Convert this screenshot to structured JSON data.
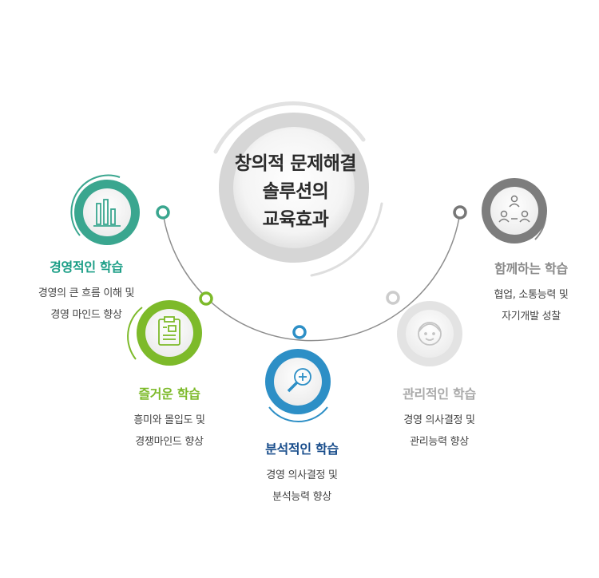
{
  "center": {
    "lines": [
      "창의적 문제해결",
      "솔루션의",
      "교육효과"
    ]
  },
  "items": [
    {
      "title": "경영적인 학습",
      "desc": [
        "경영의 큰 흐름 이해 및",
        "경영 마인드 향상"
      ],
      "color": "#3aa68f",
      "icon": "bar-chart-icon"
    },
    {
      "title": "즐거운 학습",
      "desc": [
        "흥미와 몰입도 및",
        "경쟁마인드 향상"
      ],
      "color": "#7dba2a",
      "icon": "clipboard-icon"
    },
    {
      "title": "분석적인 학습",
      "desc": [
        "경영 의사결정 및",
        "분석능력 향상"
      ],
      "color": "#1a6ea8",
      "icon": "magnifier-icon"
    },
    {
      "title": "관리적인 학습",
      "desc": [
        "경영 의사결정 및",
        "관리능력 향상"
      ],
      "color": "#aaaaaa",
      "icon": "person-icon"
    },
    {
      "title": "함께하는 학습",
      "desc": [
        "협업, 소통능력 및",
        "자기개발 성찰"
      ],
      "color": "#8a8a8a",
      "icon": "people-network-icon"
    }
  ]
}
